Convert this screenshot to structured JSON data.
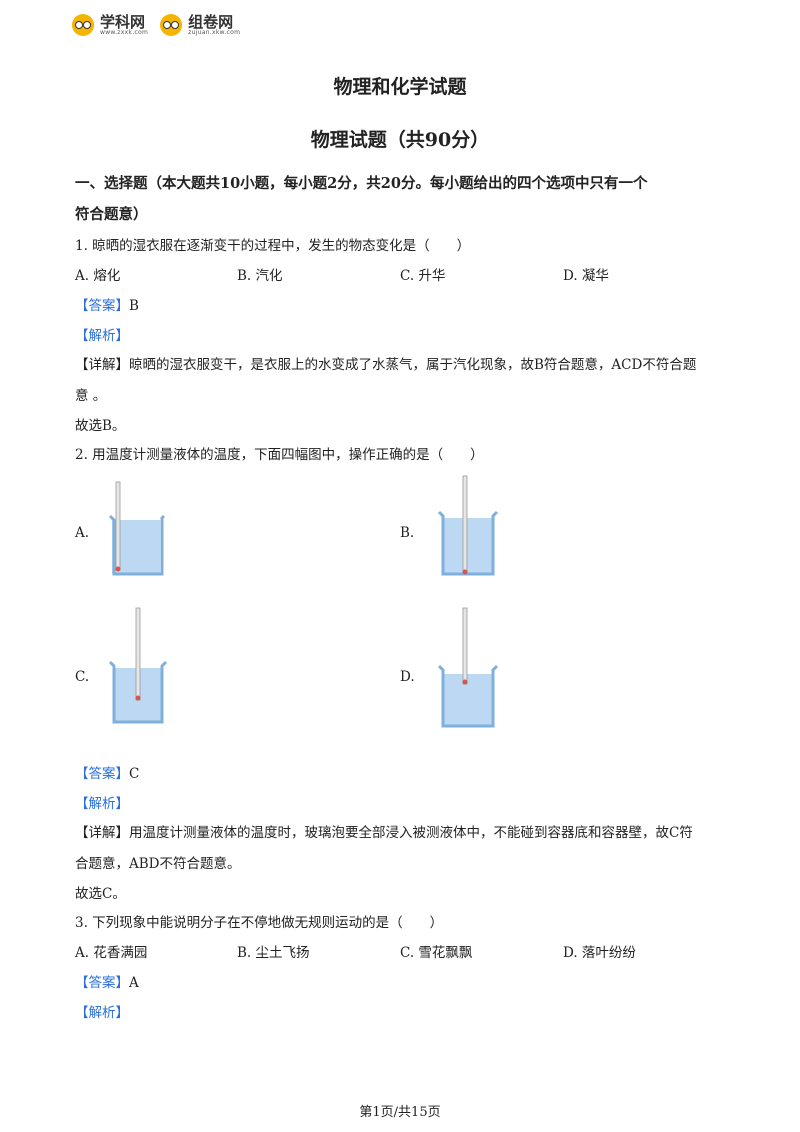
{
  "header": {
    "logo1": {
      "name": "学科网",
      "url": "www.zxxk.com"
    },
    "logo2": {
      "name": "组卷网",
      "url": "zujuan.xkw.com"
    }
  },
  "doc": {
    "main_title": "物理和化学试题",
    "sub_title": "物理试题（共90分）",
    "section1_line1": "一、选择题（本大题共10小题，每小题2分，共20分。每小题给出的四个选项中只有一个",
    "section1_line2": "符合题意）"
  },
  "q1": {
    "stem": "1. 晾晒的湿衣服在逐渐变干的过程中，发生的物态变化是（　　）",
    "options": [
      "A. 熔化",
      "B. 汽化",
      "C. 升华",
      "D. 凝华"
    ],
    "answer_tag": "【答案】",
    "answer": "B",
    "analysis_tag": "【解析】",
    "detail_tag": "【详解】",
    "detail_line1": "晾晒的湿衣服变干，是衣服上的水变成了水蒸气，属于汽化现象，故B符合题意，ACD不符合题",
    "detail_line2": "意 。",
    "conclusion": "故选B。"
  },
  "q2": {
    "stem": "2. 用温度计测量液体的温度，下面四幅图中，操作正确的是（　　）",
    "labels": [
      "A.",
      "B.",
      "C.",
      "D."
    ],
    "answer_tag": "【答案】",
    "answer": "C",
    "analysis_tag": "【解析】",
    "detail_tag": "【详解】",
    "detail_line1": "用温度计测量液体的温度时，玻璃泡要全部浸入被测液体中，不能碰到容器底和容器壁，故C符",
    "detail_line2": "合题意，ABD不符合题意。",
    "conclusion": "故选C。"
  },
  "q3": {
    "stem": "3. 下列现象中能说明分子在不停地做无规则运动的是（　　）",
    "options": [
      "A. 花香满园",
      "B. 尘土飞扬",
      "C. 雪花飘飘",
      "D. 落叶纷纷"
    ],
    "answer_tag": "【答案】",
    "answer": "A",
    "analysis_tag": "【解析】"
  },
  "footer": {
    "page": "第1页/共15页"
  }
}
